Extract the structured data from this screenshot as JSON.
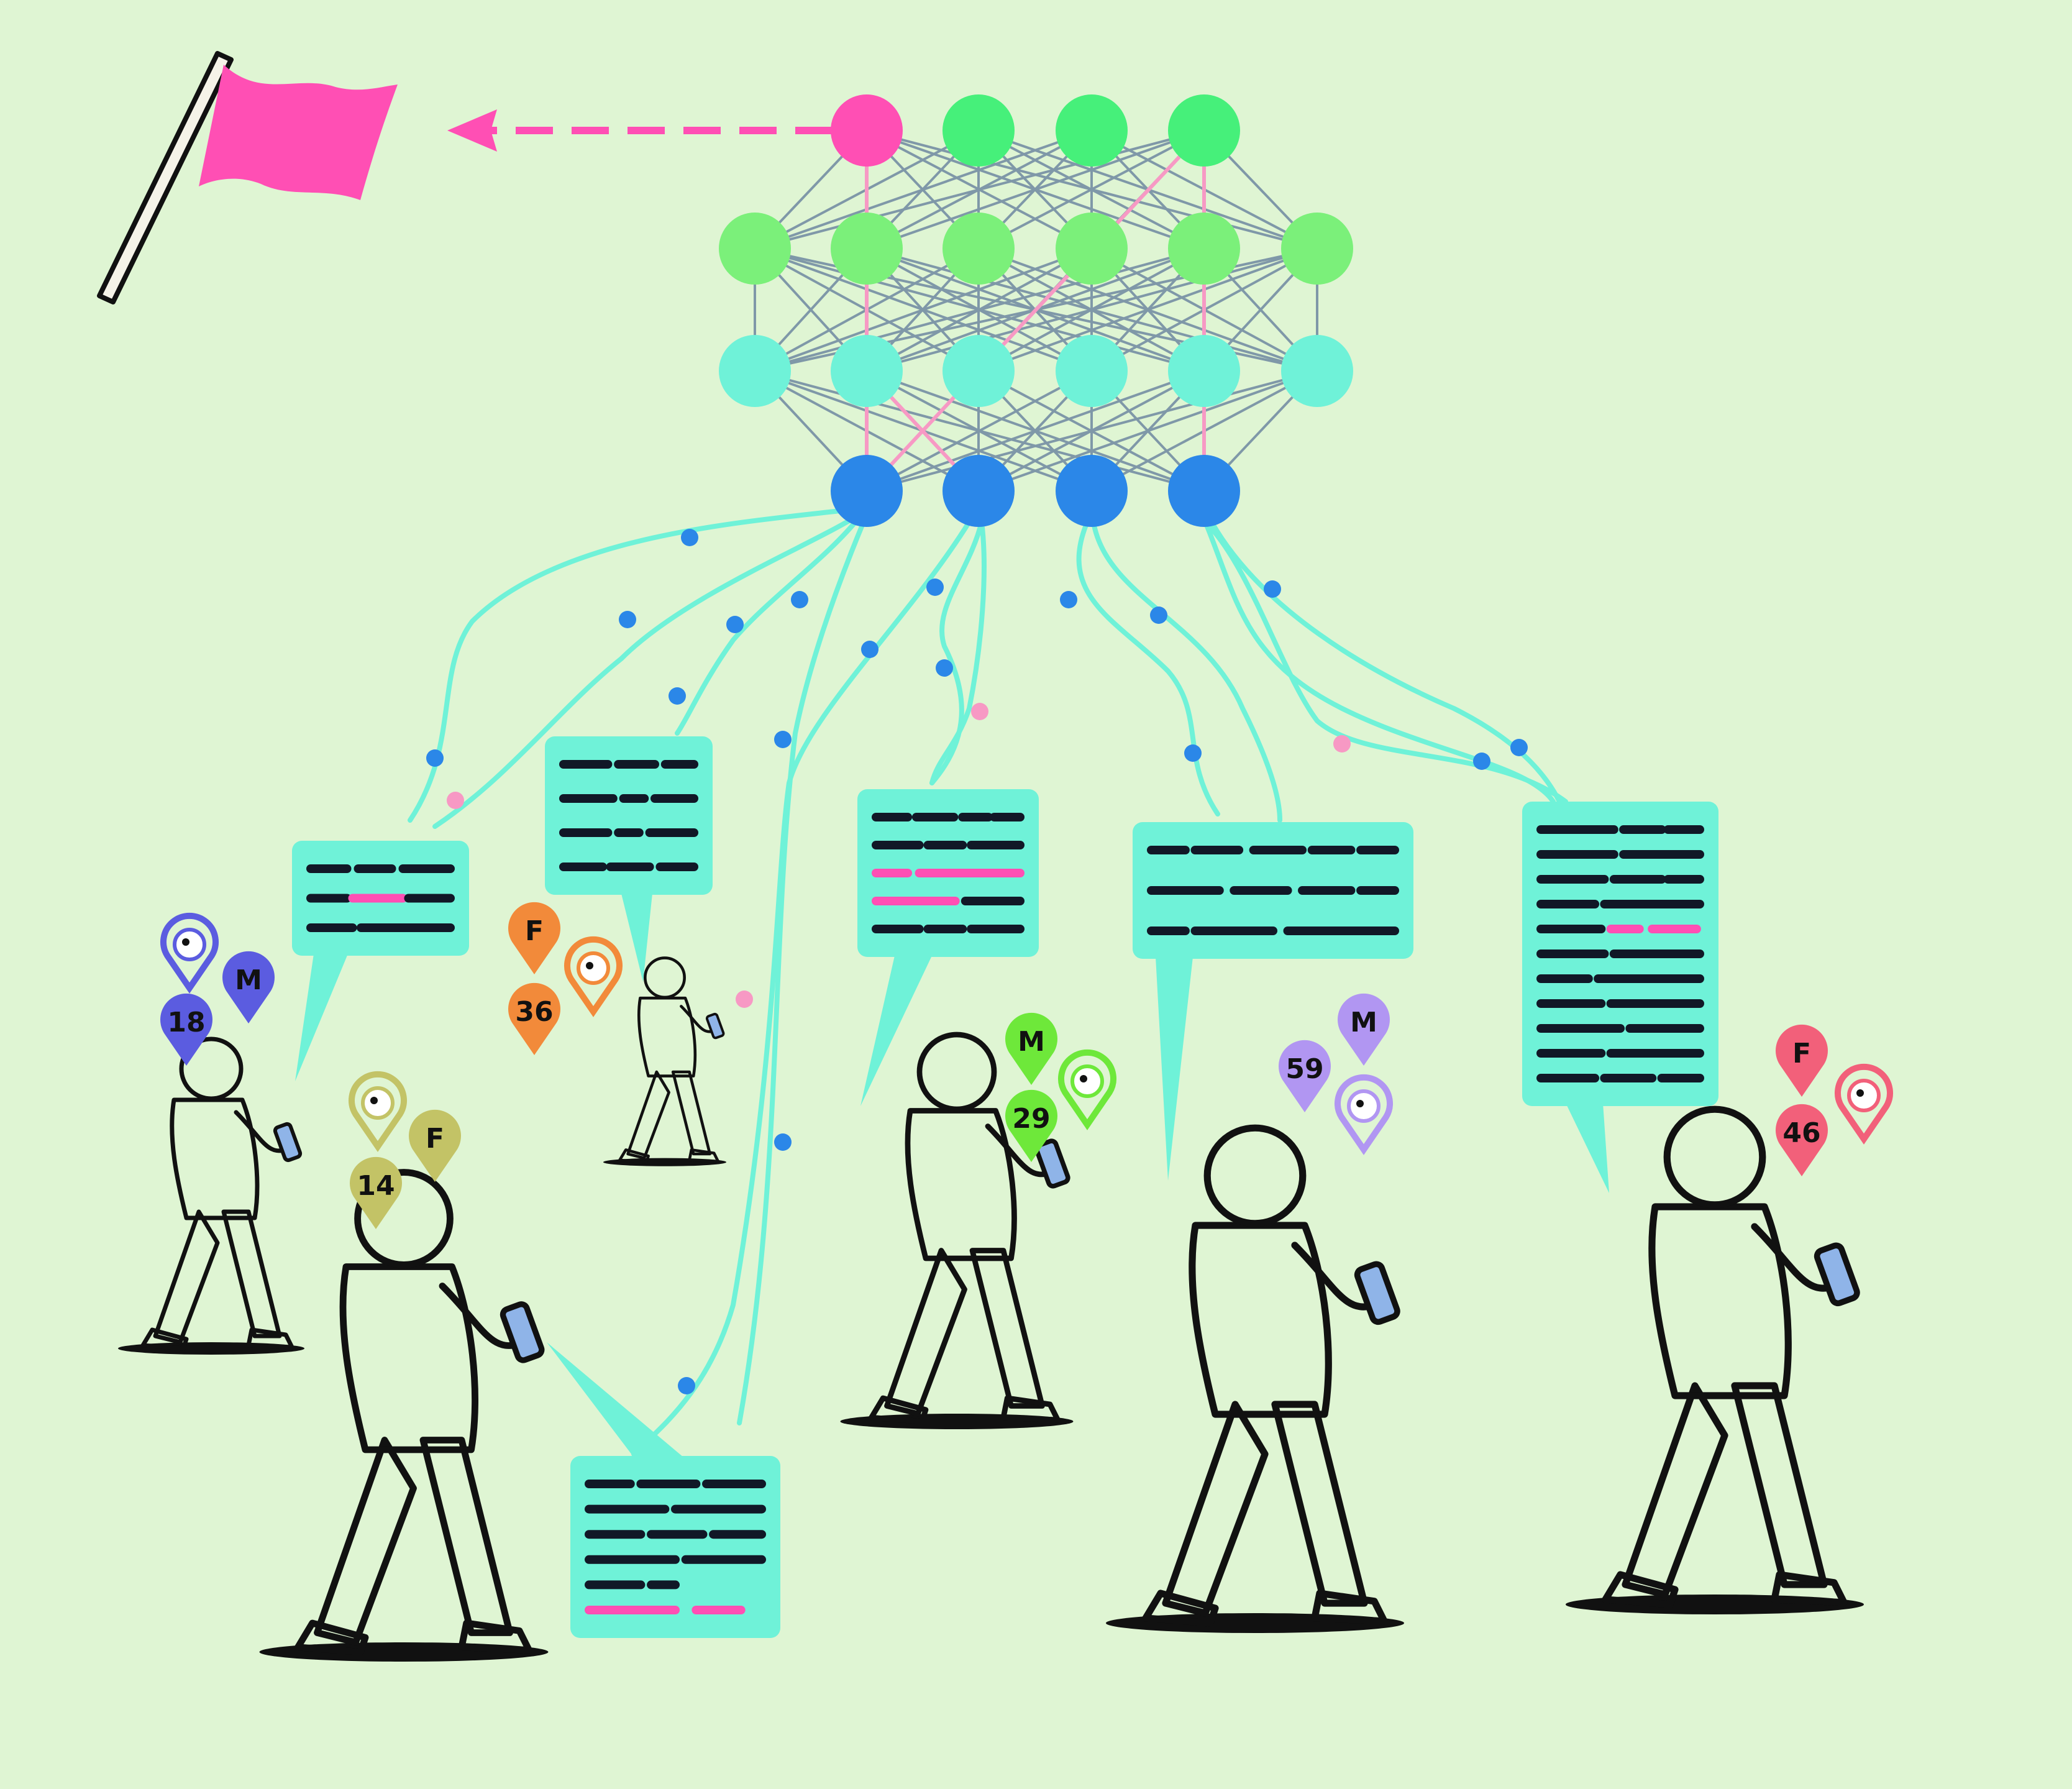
{
  "colors": {
    "background": "#dff5d3",
    "bubble": "#6ff2d8",
    "text_bar": "#111827",
    "highlight": "#ff4fb4",
    "highlight_light": "#f799c4",
    "flag": "#ff4fb4",
    "node_top": "#46f07a",
    "node_mid": "#7bf07a",
    "node_low": "#6ff2d8",
    "node_input": "#2b87e8",
    "link": "#7f98a8",
    "flow": "#6ff2d8",
    "flow_dot_blue": "#2b87e8",
    "flow_dot_pink": "#f799c4"
  },
  "icons": [
    "flag-icon",
    "dashed-arrow-icon",
    "neural-network-icon",
    "location-pin-icon",
    "gender-pin-icon",
    "age-pin-icon"
  ],
  "network": {
    "layers": [
      {
        "name": "output",
        "count": 4,
        "color": "#46f07a",
        "highlighted_index": 0,
        "highlight_color": "#ff4fb4"
      },
      {
        "name": "hidden-1",
        "count": 6,
        "color": "#7bf07a"
      },
      {
        "name": "hidden-2",
        "count": 6,
        "color": "#6ff2d8"
      },
      {
        "name": "input",
        "count": 4,
        "color": "#2b87e8"
      }
    ]
  },
  "people": [
    {
      "id": "person-1",
      "gender": "M",
      "age": "18",
      "color": "#5b5ce0",
      "shirt": "#4b56e0"
    },
    {
      "id": "person-2",
      "gender": "F",
      "age": "36",
      "color": "#f28a3a",
      "shirt": "#f28a3a"
    },
    {
      "id": "person-3",
      "gender": "F",
      "age": "14",
      "color": "#c3c366",
      "shirt": "#c3c366"
    },
    {
      "id": "person-4",
      "gender": "M",
      "age": "29",
      "color": "#6ee83a",
      "shirt": "#6ee83a"
    },
    {
      "id": "person-5",
      "gender": "M",
      "age": "59",
      "color": "#b196f2",
      "shirt": "#b196f2"
    },
    {
      "id": "person-6",
      "gender": "F",
      "age": "46",
      "color": "#f2607a",
      "shirt": "#f2607a"
    }
  ]
}
